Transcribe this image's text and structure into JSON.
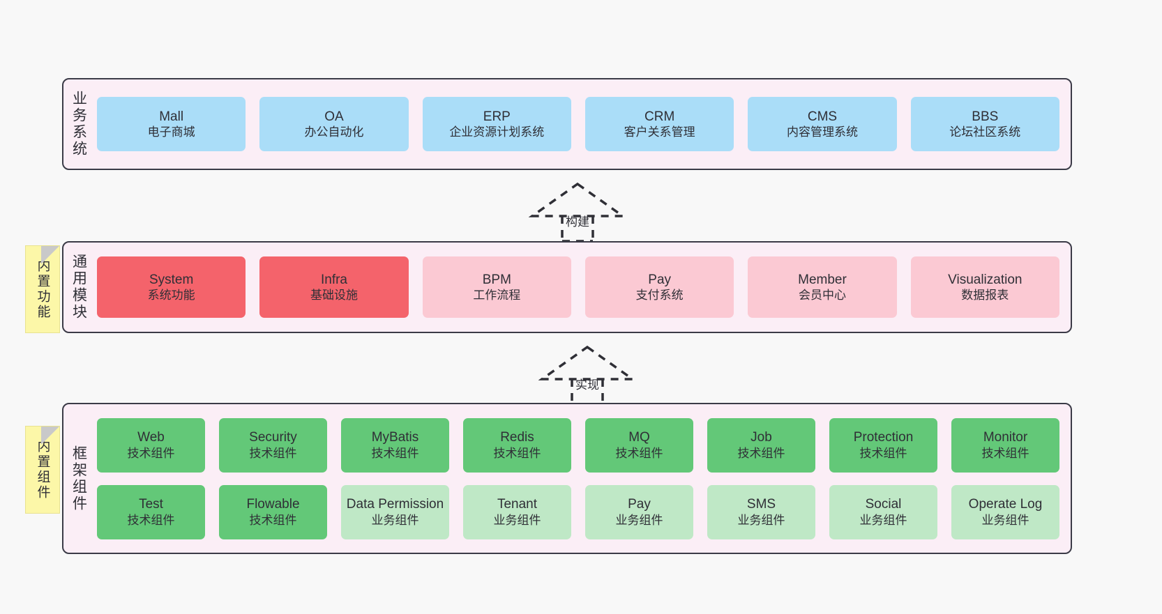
{
  "diagram": {
    "background_color": "#f8f8f8",
    "layer_fill": "#fbeef6",
    "layer_border": "#3b3b47"
  },
  "layers": [
    {
      "key": "business_systems",
      "label": "业务系统",
      "rows": [
        {
          "nodes": [
            {
              "title": "Mall",
              "sub": "电子商城",
              "color": "#aaddf8"
            },
            {
              "title": "OA",
              "sub": "办公自动化",
              "color": "#aaddf8"
            },
            {
              "title": "ERP",
              "sub": "企业资源计划系统",
              "color": "#aaddf8"
            },
            {
              "title": "CRM",
              "sub": "客户关系管理",
              "color": "#aaddf8"
            },
            {
              "title": "CMS",
              "sub": "内容管理系统",
              "color": "#aaddf8"
            },
            {
              "title": "BBS",
              "sub": "论坛社区系统",
              "color": "#aaddf8"
            }
          ]
        }
      ]
    },
    {
      "key": "common_modules",
      "label": "通用模块",
      "note": "内置功能",
      "rows": [
        {
          "nodes": [
            {
              "title": "System",
              "sub": "系统功能",
              "color": "#f4636b"
            },
            {
              "title": "Infra",
              "sub": "基础设施",
              "color": "#f4636b"
            },
            {
              "title": "BPM",
              "sub": "工作流程",
              "color": "#fbc9d3"
            },
            {
              "title": "Pay",
              "sub": "支付系统",
              "color": "#fbc9d3"
            },
            {
              "title": "Member",
              "sub": "会员中心",
              "color": "#fbc9d3"
            },
            {
              "title": "Visualization",
              "sub": "数据报表",
              "color": "#fbc9d3"
            }
          ]
        }
      ]
    },
    {
      "key": "framework_components",
      "label": "框架组件",
      "note": "内置组件",
      "rows": [
        {
          "nodes": [
            {
              "title": "Web",
              "sub": "技术组件",
              "color": "#63c878"
            },
            {
              "title": "Security",
              "sub": "技术组件",
              "color": "#63c878"
            },
            {
              "title": "MyBatis",
              "sub": "技术组件",
              "color": "#63c878"
            },
            {
              "title": "Redis",
              "sub": "技术组件",
              "color": "#63c878"
            },
            {
              "title": "MQ",
              "sub": "技术组件",
              "color": "#63c878"
            },
            {
              "title": "Job",
              "sub": "技术组件",
              "color": "#63c878"
            },
            {
              "title": "Protection",
              "sub": "技术组件",
              "color": "#63c878"
            },
            {
              "title": "Monitor",
              "sub": "技术组件",
              "color": "#63c878"
            }
          ]
        },
        {
          "nodes": [
            {
              "title": "Test",
              "sub": "技术组件",
              "color": "#63c878"
            },
            {
              "title": "Flowable",
              "sub": "技术组件",
              "color": "#63c878"
            },
            {
              "title": "Data Permission",
              "sub": "业务组件",
              "color": "#bfe8c6"
            },
            {
              "title": "Tenant",
              "sub": "业务组件",
              "color": "#bfe8c6"
            },
            {
              "title": "Pay",
              "sub": "业务组件",
              "color": "#bfe8c6"
            },
            {
              "title": "SMS",
              "sub": "业务组件",
              "color": "#bfe8c6"
            },
            {
              "title": "Social",
              "sub": "业务组件",
              "color": "#bfe8c6"
            },
            {
              "title": "Operate Log",
              "sub": "业务组件",
              "color": "#bfe8c6"
            }
          ]
        }
      ]
    }
  ],
  "connectors": [
    {
      "key": "build",
      "label": "构建"
    },
    {
      "key": "implement",
      "label": "实现"
    }
  ]
}
